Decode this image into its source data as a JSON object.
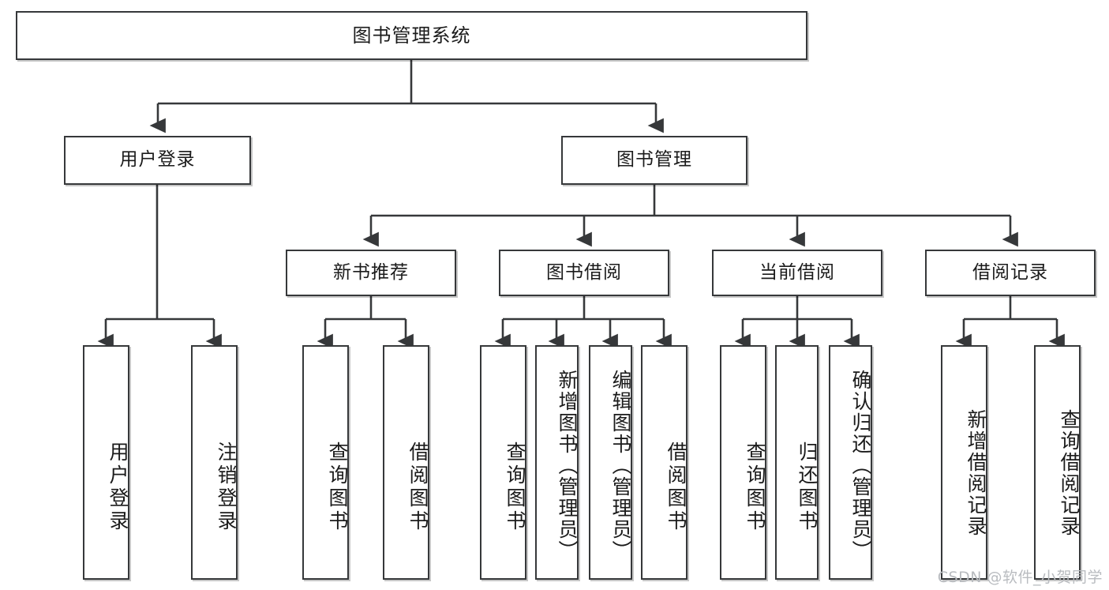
{
  "diagram": {
    "type": "tree-hierarchy-chart",
    "title": "图书管理系统",
    "stroke_color": "#36383a",
    "background_color": "#ffffff",
    "text_color": "#1b1b1b",
    "levels": {
      "level0": [
        {
          "id": "root",
          "label": "图书管理系统"
        }
      ],
      "level1": [
        {
          "id": "user-login",
          "label": "用户登录"
        },
        {
          "id": "book-manage",
          "label": "图书管理"
        }
      ],
      "level2": [
        {
          "id": "new-book-recommend",
          "label": "新书推荐"
        },
        {
          "id": "book-borrow",
          "label": "图书借阅"
        },
        {
          "id": "current-borrow",
          "label": "当前借阅"
        },
        {
          "id": "borrow-record",
          "label": "借阅记录"
        }
      ],
      "level3": [
        {
          "id": "leaf-user-login",
          "label": "用户登录",
          "parent": "user-login"
        },
        {
          "id": "leaf-logout",
          "label": "注销登录",
          "parent": "user-login"
        },
        {
          "id": "leaf-query-book-1",
          "label": "查询图书",
          "parent": "new-book-recommend"
        },
        {
          "id": "leaf-borrow-book-1",
          "label": "借阅图书",
          "parent": "new-book-recommend"
        },
        {
          "id": "leaf-query-book-2",
          "label": "查询图书",
          "parent": "book-borrow"
        },
        {
          "id": "leaf-add-book",
          "label": "新增图书（管理员）",
          "parent": "book-borrow"
        },
        {
          "id": "leaf-edit-book",
          "label": "编辑图书（管理员）",
          "parent": "book-borrow"
        },
        {
          "id": "leaf-borrow-book-2",
          "label": "借阅图书",
          "parent": "book-borrow"
        },
        {
          "id": "leaf-query-book-3",
          "label": "查询图书",
          "parent": "current-borrow"
        },
        {
          "id": "leaf-return-book",
          "label": "归还图书",
          "parent": "current-borrow"
        },
        {
          "id": "leaf-confirm-return",
          "label": "确认归还（管理员）",
          "parent": "current-borrow"
        },
        {
          "id": "leaf-add-record",
          "label": "新增借阅记录",
          "parent": "borrow-record"
        },
        {
          "id": "leaf-query-record",
          "label": "查询借阅记录",
          "parent": "borrow-record"
        }
      ]
    }
  },
  "watermark": {
    "text": "CSDN @软件_小贺同学"
  }
}
